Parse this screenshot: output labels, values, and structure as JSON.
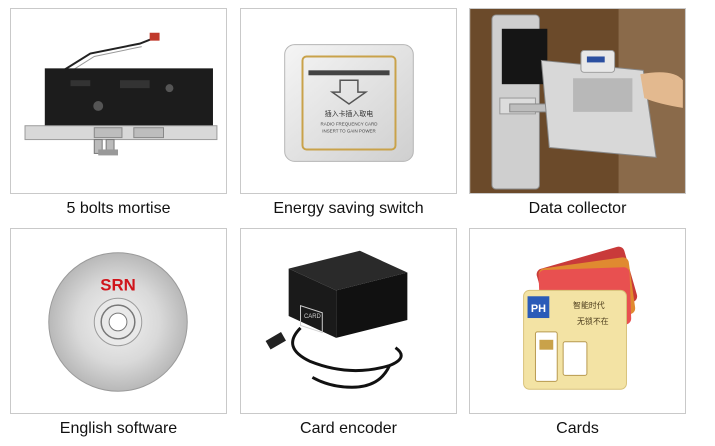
{
  "gallery": {
    "items": [
      {
        "caption": "5 bolts mortise"
      },
      {
        "caption": "Energy saving switch",
        "switch_text_cn": "插入卡插入取电",
        "switch_text_en1": "RADIO FREQUENCY CARD",
        "switch_text_en2": "INSERT TO GAIN POWER"
      },
      {
        "caption": "Data collector"
      },
      {
        "caption": "English software",
        "disc_label": "SRN"
      },
      {
        "caption": "Card encoder",
        "encoder_label": "CARD"
      },
      {
        "caption": "Cards",
        "card_logo": "PH",
        "card_text_1": "智能时代",
        "card_text_2": "无锁不在"
      }
    ]
  },
  "colors": {
    "frame_border": "#c9c9c9",
    "disc_label": "#d0141b",
    "gold": "#c9a24a",
    "door_wood": "#6b4a2a"
  }
}
